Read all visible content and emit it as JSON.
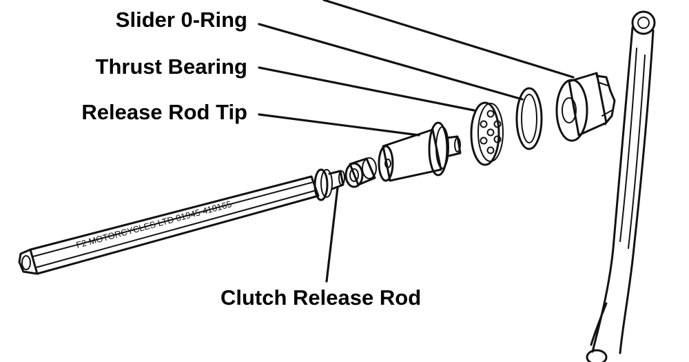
{
  "labels": {
    "slider_oring": "Slider 0-Ring",
    "thrust_bearing": "Thrust Bearing",
    "release_rod_tip": "Release Rod Tip",
    "clutch_release_rod": "Clutch Release Rod"
  },
  "watermark": "F2 MOTORCYCLES LTD 01945 410165",
  "colors": {
    "ink": "#111111",
    "background": "#ffffff"
  }
}
